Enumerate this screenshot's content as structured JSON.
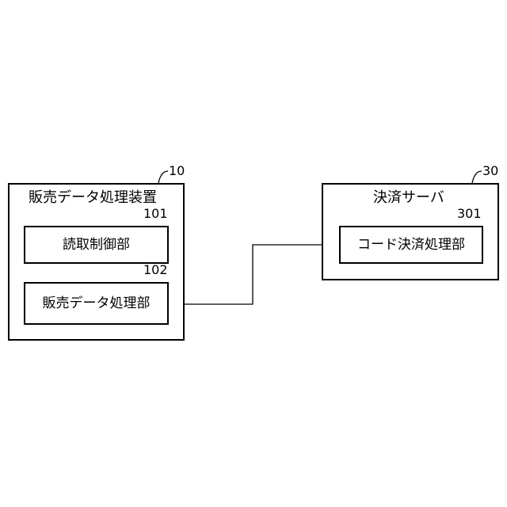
{
  "sales_device": {
    "title": "販売データ処理装置",
    "ref": "10",
    "reading_unit": {
      "label": "読取制御部",
      "ref": "101"
    },
    "processing_unit": {
      "label": "販売データ処理部",
      "ref": "102"
    }
  },
  "payment_server": {
    "title": "決済サーバ",
    "ref": "30",
    "code_unit": {
      "label": "コード決済処理部",
      "ref": "301"
    }
  }
}
